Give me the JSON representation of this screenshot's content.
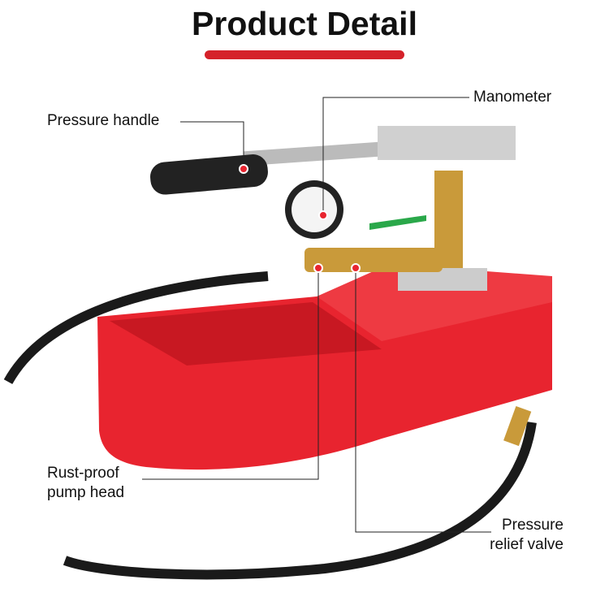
{
  "title": "Product Detail",
  "accent_color": "#d5222a",
  "callouts": {
    "pressure_handle": "Pressure handle",
    "manometer": "Manometer",
    "rust_proof_line1": "Rust-proof",
    "rust_proof_line2": "pump head",
    "relief_line1": "Pressure",
    "relief_line2": "relief valve"
  }
}
